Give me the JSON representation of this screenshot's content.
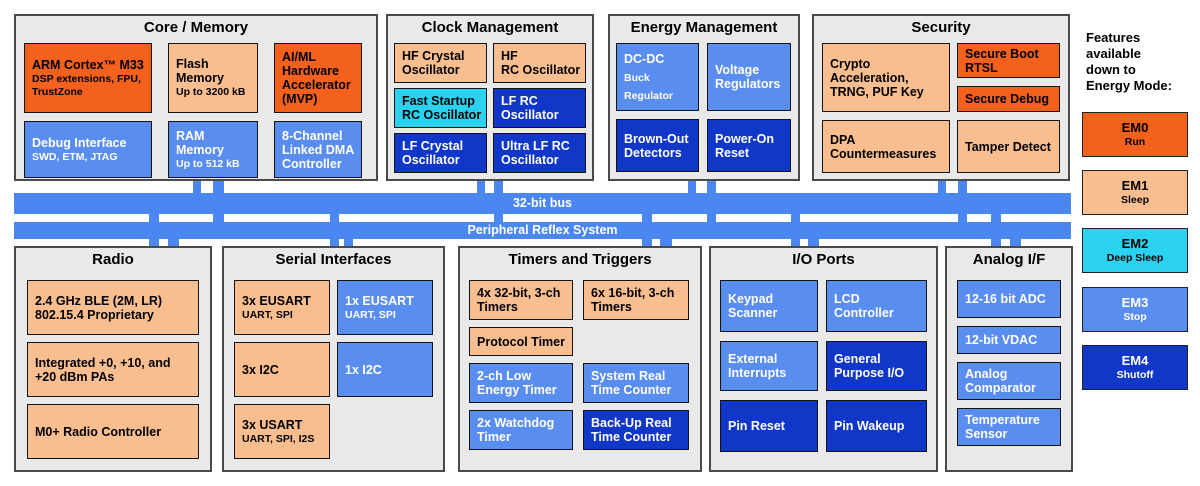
{
  "colors": {
    "em0": {
      "bg": "#F4611C",
      "text": "#000000"
    },
    "em1": {
      "bg": "#F9BE8F",
      "text": "#000000"
    },
    "em2": {
      "bg": "#2BD2F0",
      "text": "#000000"
    },
    "em3": {
      "bg": "#5A8DF0",
      "text": "#ffffff"
    },
    "em4": {
      "bg": "#1037C8",
      "text": "#ffffff"
    },
    "bus": {
      "bg": "#4A87F0",
      "text": "#ffffff"
    },
    "section": {
      "bg": "#E9E9E9",
      "border": "#4a4a4a"
    }
  },
  "buses": [
    {
      "label": "32-bit bus"
    },
    {
      "label": "Peripheral Reflex System"
    }
  ],
  "legend": {
    "title_lines": [
      "Features",
      "available",
      "down to",
      "Energy Mode:"
    ],
    "modes": [
      {
        "name": "EM0",
        "desc": "Run",
        "mode": "em0"
      },
      {
        "name": "EM1",
        "desc": "Sleep",
        "mode": "em1"
      },
      {
        "name": "EM2",
        "desc": "Deep Sleep",
        "mode": "em2"
      },
      {
        "name": "EM3",
        "desc": "Stop",
        "mode": "em3"
      },
      {
        "name": "EM4",
        "desc": "Shutoff",
        "mode": "em4"
      }
    ]
  },
  "sections": [
    {
      "id": "core-memory",
      "title": "Core / Memory",
      "blocks": [
        {
          "label": "ARM Cortex™ M33",
          "sub": "DSP extensions, FPU,\nTrustZone",
          "mode": "em0"
        },
        {
          "label": "Flash\nMemory",
          "sub": "Up to 3200 kB",
          "mode": "em1"
        },
        {
          "label": "AI/ML\nHardware\nAccelerator\n(MVP)",
          "mode": "em0"
        },
        {
          "label": "Debug Interface",
          "sub": "SWD, ETM, JTAG",
          "mode": "em3"
        },
        {
          "label": "RAM Memory",
          "sub": "Up to 512 kB",
          "mode": "em3"
        },
        {
          "label": "8-Channel\nLinked DMA\nController",
          "mode": "em3"
        }
      ]
    },
    {
      "id": "clock-management",
      "title": "Clock Management",
      "blocks": [
        {
          "label": "HF Crystal\nOscillator",
          "mode": "em1"
        },
        {
          "label": "HF\nRC Oscillator",
          "mode": "em1"
        },
        {
          "label": "Fast Startup\nRC Oscillator",
          "mode": "em2"
        },
        {
          "label": "LF RC\nOscillator",
          "mode": "em4"
        },
        {
          "label": "LF Crystal\nOscillator",
          "mode": "em4"
        },
        {
          "label": "Ultra LF RC\nOscillator",
          "mode": "em4"
        }
      ]
    },
    {
      "id": "energy-management",
      "title": "Energy Management",
      "blocks": [
        {
          "label": "DC-DC",
          "sub": "Buck Regulator",
          "sub_inline": true,
          "mode": "em3"
        },
        {
          "label": "Voltage\nRegulators",
          "mode": "em3"
        },
        {
          "label": "Brown-Out\nDetectors",
          "mode": "em4"
        },
        {
          "label": "Power-On\nReset",
          "mode": "em4"
        }
      ]
    },
    {
      "id": "security",
      "title": "Security",
      "blocks": [
        {
          "label": "Crypto\nAcceleration,\nTRNG, PUF Key",
          "mode": "em1"
        },
        {
          "label": "Secure Boot\nRTSL",
          "mode": "em0"
        },
        {
          "label": "Secure Debug",
          "mode": "em0"
        },
        {
          "label": "DPA\nCountermeasures",
          "mode": "em1"
        },
        {
          "label": "Tamper Detect",
          "mode": "em1"
        }
      ]
    },
    {
      "id": "radio",
      "title": "Radio",
      "blocks": [
        {
          "label": "2.4 GHz BLE (2M, LR)\n802.15.4 Proprietary",
          "mode": "em1"
        },
        {
          "label": "Integrated +0,  +10, and\n+20 dBm PAs",
          "mode": "em1"
        },
        {
          "label": "M0+ Radio Controller",
          "mode": "em1"
        }
      ]
    },
    {
      "id": "serial-interfaces",
      "title": "Serial Interfaces",
      "blocks": [
        {
          "label": "3x EUSART",
          "sub": "UART, SPI",
          "mode": "em1"
        },
        {
          "label": "1x EUSART",
          "sub": "UART, SPI",
          "mode": "em3"
        },
        {
          "label": "3x I2C",
          "mode": "em1"
        },
        {
          "label": "1x I2C",
          "mode": "em3"
        },
        {
          "label": "3x USART",
          "sub": "UART, SPI, I2S",
          "mode": "em1"
        }
      ]
    },
    {
      "id": "timers-and-triggers",
      "title": "Timers and Triggers",
      "blocks": [
        {
          "label": "4x 32-bit, 3-ch\nTimers",
          "mode": "em1"
        },
        {
          "label": "6x 16-bit, 3-ch\nTimers",
          "mode": "em1"
        },
        {
          "label": "Protocol Timer",
          "mode": "em1"
        },
        {
          "label": "2-ch Low\nEnergy Timer",
          "mode": "em3"
        },
        {
          "label": "System Real\nTime Counter",
          "mode": "em3"
        },
        {
          "label": "2x Watchdog\nTimer",
          "mode": "em3"
        },
        {
          "label": "Back-Up Real\nTime Counter",
          "mode": "em4"
        }
      ]
    },
    {
      "id": "io-ports",
      "title": "I/O Ports",
      "blocks": [
        {
          "label": "Keypad\nScanner",
          "mode": "em3"
        },
        {
          "label": "LCD\nController",
          "mode": "em3"
        },
        {
          "label": "External\nInterrupts",
          "mode": "em3"
        },
        {
          "label": "General\nPurpose I/O",
          "mode": "em4"
        },
        {
          "label": "Pin Reset",
          "mode": "em4"
        },
        {
          "label": "Pin Wakeup",
          "mode": "em4"
        }
      ]
    },
    {
      "id": "analog-if",
      "title": "Analog I/F",
      "blocks": [
        {
          "label": "12-16 bit ADC",
          "mode": "em3"
        },
        {
          "label": "12-bit VDAC",
          "mode": "em3"
        },
        {
          "label": "Analog\nComparator",
          "mode": "em3"
        },
        {
          "label": "Temperature\nSensor",
          "mode": "em3"
        }
      ]
    }
  ]
}
